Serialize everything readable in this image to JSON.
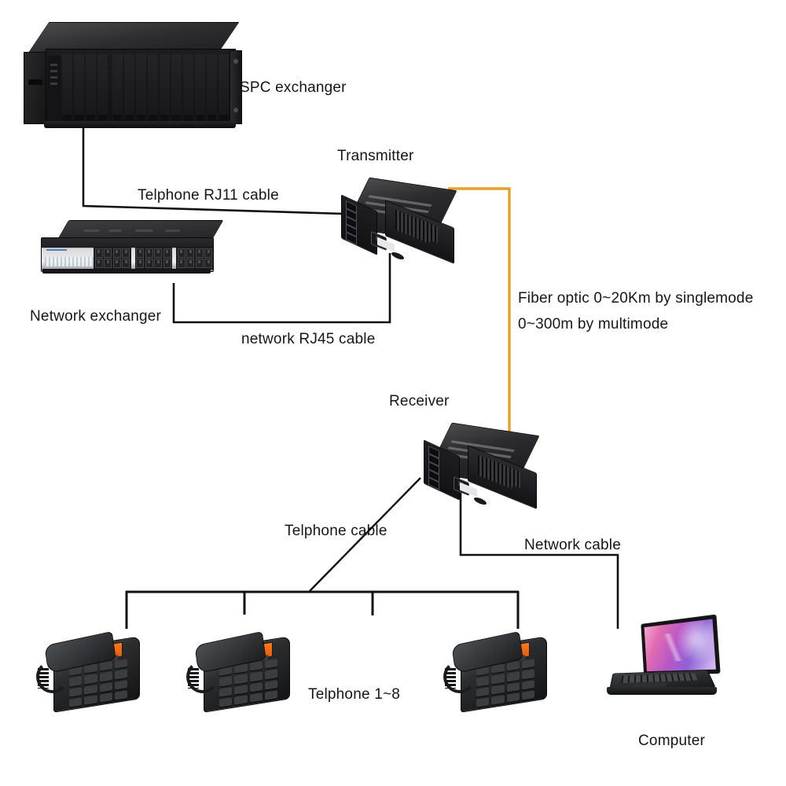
{
  "diagram": {
    "title": "Fiber optic telephone + ethernet extender link diagram",
    "background": "#ffffff",
    "wire_color": "#111111",
    "fiber_color": "#e5a12a"
  },
  "labels": {
    "spc_exchanger": "SPC exchanger",
    "transmitter": "Transmitter",
    "receiver": "Receiver",
    "network_exchanger": "Network exchanger",
    "telephone_rj11_cable": "Telphone RJ11 cable",
    "network_rj45_cable": "network RJ45 cable",
    "fiber_line1": "Fiber optic 0~20Km by singlemode",
    "fiber_line2": "0~300m by multimode",
    "telephone_cable": "Telphone cable",
    "network_cable": "Network cable",
    "telephone_range": "Telphone 1~8",
    "computer": "Computer"
  },
  "devices": [
    {
      "id": "spc-exchanger",
      "name": "SPC exchanger",
      "type": "rack-chassis",
      "yellow_cards": 4,
      "white_cards": 13
    },
    {
      "id": "network-exchanger",
      "name": "Network exchanger",
      "type": "ethernet-switch",
      "rj45_ports": 24,
      "port_groups": 3
    },
    {
      "id": "transmitter",
      "name": "Transmitter",
      "type": "media-converter",
      "rj11_ports": 8,
      "rj45_ports": 1
    },
    {
      "id": "receiver",
      "name": "Receiver",
      "type": "media-converter",
      "rj11_ports": 8,
      "rj45_ports": 1
    },
    {
      "id": "telephone-1",
      "name": "Telphone",
      "type": "desk-phone"
    },
    {
      "id": "telephone-2",
      "name": "Telphone",
      "type": "desk-phone"
    },
    {
      "id": "telephone-3",
      "name": "Telphone",
      "type": "desk-phone"
    },
    {
      "id": "computer",
      "name": "Computer",
      "type": "laptop"
    }
  ],
  "connections": [
    {
      "id": "rj11-link",
      "label": "Telphone RJ11 cable",
      "from": "spc-exchanger",
      "to": "transmitter",
      "color": "#111111",
      "medium": "rj11"
    },
    {
      "id": "rj45-link",
      "label": "network RJ45 cable",
      "from": "network-exchanger",
      "to": "transmitter",
      "color": "#111111",
      "medium": "rj45"
    },
    {
      "id": "fiber-link",
      "label": "Fiber optic 0~20Km by singlemode / 0~300m by multimode",
      "from": "transmitter",
      "to": "receiver",
      "color": "#e5a12a",
      "medium": "fiber"
    },
    {
      "id": "phone-bus",
      "label": "Telphone cable",
      "from": "receiver",
      "to": "telephones",
      "color": "#111111",
      "medium": "rj11"
    },
    {
      "id": "computer-link",
      "label": "Network cable",
      "from": "receiver",
      "to": "computer",
      "color": "#111111",
      "medium": "rj45"
    }
  ]
}
